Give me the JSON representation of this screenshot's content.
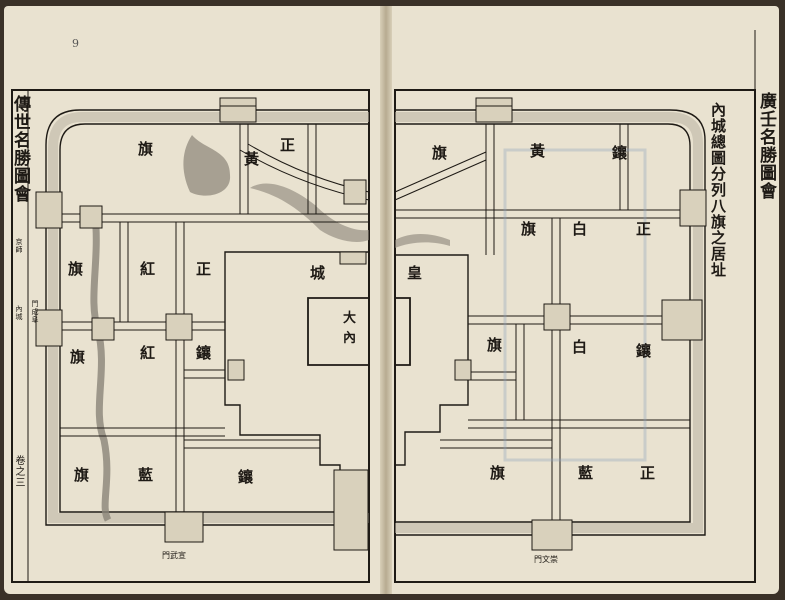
{
  "book": {
    "page_number": "9",
    "left_title": "傳世名勝圖會",
    "right_title": "廣壬名勝圖會",
    "volume": "卷之三",
    "running_head": "京師",
    "section_left": "內城",
    "map_heading": "內城總圖分列八旗之居址"
  },
  "map": {
    "districts_left": {
      "qi_top": "旗",
      "huang": "黃",
      "zheng_top": "正",
      "qi_mid": "旗",
      "hong": "紅",
      "zheng_mid": "正",
      "qi_low": "旗",
      "hong_low": "紅",
      "xiang": "鑲",
      "qi_bottom": "旗",
      "lan": "藍",
      "xiang_bottom": "鑲"
    },
    "districts_right": {
      "qi_top": "旗",
      "huang": "黃",
      "xiang_top": "鑲",
      "qi_mid": "旗",
      "bai": "白",
      "zheng": "正",
      "qi_low": "旗",
      "bai_low": "白",
      "xiang_mid": "鑲",
      "qi_bottom": "旗",
      "lan": "藍",
      "zheng_bottom": "正"
    },
    "palace": {
      "cheng": "城",
      "huang": "皇",
      "da": "大",
      "nei": "內"
    },
    "gates": {
      "bottom_left": "門武宣",
      "bottom_right": "門文崇",
      "left_mid": "門成阜"
    },
    "colors": {
      "paper": "#e9e2d0",
      "ink": "#1e1a15",
      "wall": "#b9b2a2",
      "water": "#8a8478"
    }
  }
}
